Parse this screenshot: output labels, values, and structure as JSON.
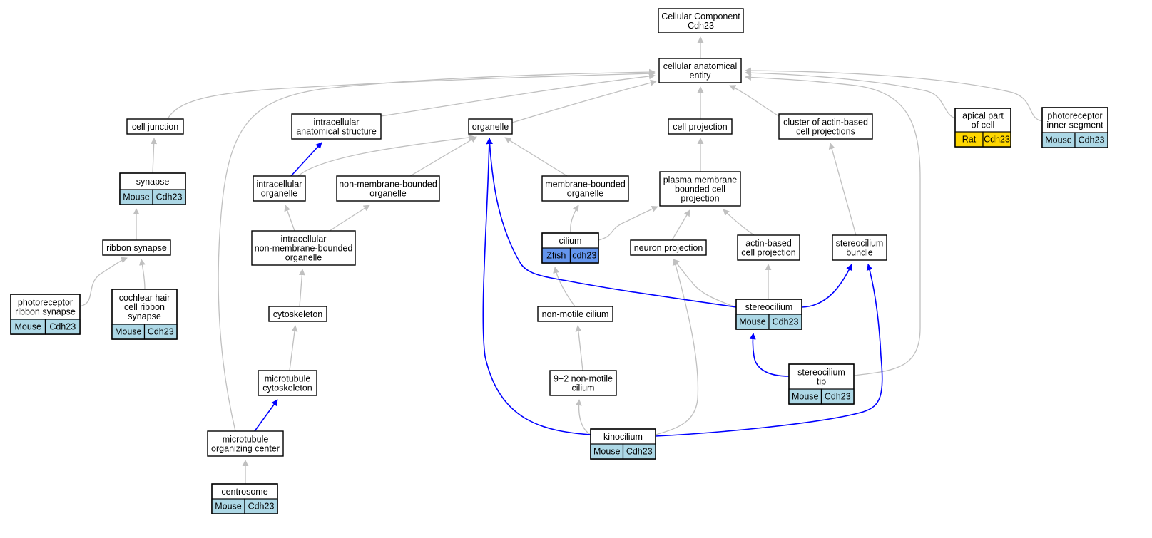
{
  "nodes": {
    "cellular_component": {
      "lines": [
        "Cellular Component",
        "Cdh23"
      ]
    },
    "cellular_anatomical_entity": {
      "lines": [
        "cellular anatomical",
        "entity"
      ]
    },
    "cell_junction": {
      "lines": [
        "cell junction"
      ]
    },
    "intracellular_anatomical_structure": {
      "lines": [
        "intracellular",
        "anatomical structure"
      ]
    },
    "organelle": {
      "lines": [
        "organelle"
      ]
    },
    "cell_projection": {
      "lines": [
        "cell projection"
      ]
    },
    "cluster_actin": {
      "lines": [
        "cluster of actin-based",
        "cell projections"
      ]
    },
    "apical_part": {
      "lines": [
        "apical part",
        "of cell"
      ],
      "annotation": [
        "Rat",
        "Cdh23"
      ]
    },
    "photoreceptor_inner_segment": {
      "lines": [
        "photoreceptor",
        "inner segment"
      ],
      "annotation": [
        "Mouse",
        "Cdh23"
      ]
    },
    "synapse": {
      "lines": [
        "synapse"
      ],
      "annotation": [
        "Mouse",
        "Cdh23"
      ]
    },
    "intracellular_organelle": {
      "lines": [
        "intracellular",
        "organelle"
      ]
    },
    "non_membrane_bounded_organelle": {
      "lines": [
        "non-membrane-bounded",
        "organelle"
      ]
    },
    "membrane_bounded_organelle": {
      "lines": [
        "membrane-bounded",
        "organelle"
      ]
    },
    "plasma_membrane_projection": {
      "lines": [
        "plasma membrane",
        "bounded cell",
        "projection"
      ]
    },
    "ribbon_synapse": {
      "lines": [
        "ribbon synapse"
      ]
    },
    "intracellular_nmbo": {
      "lines": [
        "intracellular",
        "non-membrane-bounded",
        "organelle"
      ]
    },
    "cilium": {
      "lines": [
        "cilium"
      ],
      "annotation": [
        "Zfish",
        "cdh23"
      ]
    },
    "neuron_projection": {
      "lines": [
        "neuron projection"
      ]
    },
    "actin_based_projection": {
      "lines": [
        "actin-based",
        "cell projection"
      ]
    },
    "stereocilium_bundle": {
      "lines": [
        "stereocilium",
        "bundle"
      ]
    },
    "photoreceptor_ribbon_synapse": {
      "lines": [
        "photoreceptor",
        "ribbon synapse"
      ],
      "annotation": [
        "Mouse",
        "Cdh23"
      ]
    },
    "cochlear_hair_cell_ribbon_synapse": {
      "lines": [
        "cochlear hair",
        "cell ribbon",
        "synapse"
      ],
      "annotation": [
        "Mouse",
        "Cdh23"
      ]
    },
    "cytoskeleton": {
      "lines": [
        "cytoskeleton"
      ]
    },
    "non_motile_cilium": {
      "lines": [
        "non-motile cilium"
      ]
    },
    "stereocilium": {
      "lines": [
        "stereocilium"
      ],
      "annotation": [
        "Mouse",
        "Cdh23"
      ]
    },
    "microtubule_cytoskeleton": {
      "lines": [
        "microtubule",
        "cytoskeleton"
      ]
    },
    "nine_two_non_motile_cilium": {
      "lines": [
        "9+2 non-motile",
        "cilium"
      ]
    },
    "stereocilium_tip": {
      "lines": [
        "stereocilium",
        "tip"
      ],
      "annotation": [
        "Mouse",
        "Cdh23"
      ]
    },
    "microtubule_organizing_center": {
      "lines": [
        "microtubule",
        "organizing center"
      ]
    },
    "kinocilium": {
      "lines": [
        "kinocilium"
      ],
      "annotation": [
        "Mouse",
        "Cdh23"
      ]
    },
    "centrosome": {
      "lines": [
        "centrosome"
      ],
      "annotation": [
        "Mouse",
        "Cdh23"
      ]
    }
  },
  "edge_types": {
    "is_a": {
      "color": "#c0c0c0"
    },
    "part_of": {
      "color": "#0000ff"
    }
  },
  "annotation_colors": {
    "Mouse": "#add8e6",
    "Rat": "#ffd700",
    "Zfish": "#6495ed"
  },
  "edges": [
    {
      "from": "cellular_anatomical_entity",
      "to": "cellular_component",
      "type": "is_a"
    },
    {
      "from": "cell_junction",
      "to": "cellular_anatomical_entity",
      "type": "is_a"
    },
    {
      "from": "intracellular_anatomical_structure",
      "to": "cellular_anatomical_entity",
      "type": "is_a"
    },
    {
      "from": "organelle",
      "to": "cellular_anatomical_entity",
      "type": "is_a"
    },
    {
      "from": "cell_projection",
      "to": "cellular_anatomical_entity",
      "type": "is_a"
    },
    {
      "from": "cluster_actin",
      "to": "cellular_anatomical_entity",
      "type": "is_a"
    },
    {
      "from": "apical_part",
      "to": "cellular_anatomical_entity",
      "type": "is_a"
    },
    {
      "from": "photoreceptor_inner_segment",
      "to": "cellular_anatomical_entity",
      "type": "is_a"
    },
    {
      "from": "microtubule_organizing_center",
      "to": "cellular_anatomical_entity",
      "type": "is_a"
    },
    {
      "from": "stereocilium_tip",
      "to": "cellular_anatomical_entity",
      "type": "is_a"
    },
    {
      "from": "synapse",
      "to": "cell_junction",
      "type": "is_a"
    },
    {
      "from": "ribbon_synapse",
      "to": "synapse",
      "type": "is_a"
    },
    {
      "from": "photoreceptor_ribbon_synapse",
      "to": "ribbon_synapse",
      "type": "is_a"
    },
    {
      "from": "cochlear_hair_cell_ribbon_synapse",
      "to": "ribbon_synapse",
      "type": "is_a"
    },
    {
      "from": "intracellular_organelle",
      "to": "intracellular_anatomical_structure",
      "type": "part_of"
    },
    {
      "from": "intracellular_organelle",
      "to": "organelle",
      "type": "is_a"
    },
    {
      "from": "non_membrane_bounded_organelle",
      "to": "organelle",
      "type": "is_a"
    },
    {
      "from": "membrane_bounded_organelle",
      "to": "organelle",
      "type": "is_a"
    },
    {
      "from": "intracellular_nmbo",
      "to": "intracellular_organelle",
      "type": "is_a"
    },
    {
      "from": "intracellular_nmbo",
      "to": "non_membrane_bounded_organelle",
      "type": "is_a"
    },
    {
      "from": "cytoskeleton",
      "to": "intracellular_nmbo",
      "type": "is_a"
    },
    {
      "from": "microtubule_cytoskeleton",
      "to": "cytoskeleton",
      "type": "is_a"
    },
    {
      "from": "microtubule_organizing_center",
      "to": "microtubule_cytoskeleton",
      "type": "part_of"
    },
    {
      "from": "centrosome",
      "to": "microtubule_organizing_center",
      "type": "is_a"
    },
    {
      "from": "cilium",
      "to": "membrane_bounded_organelle",
      "type": "is_a"
    },
    {
      "from": "cilium",
      "to": "plasma_membrane_projection",
      "type": "is_a"
    },
    {
      "from": "plasma_membrane_projection",
      "to": "cell_projection",
      "type": "is_a"
    },
    {
      "from": "neuron_projection",
      "to": "plasma_membrane_projection",
      "type": "is_a"
    },
    {
      "from": "actin_based_projection",
      "to": "plasma_membrane_projection",
      "type": "is_a"
    },
    {
      "from": "stereocilium_bundle",
      "to": "cluster_actin",
      "type": "is_a"
    },
    {
      "from": "non_motile_cilium",
      "to": "cilium",
      "type": "is_a"
    },
    {
      "from": "nine_two_non_motile_cilium",
      "to": "non_motile_cilium",
      "type": "is_a"
    },
    {
      "from": "kinocilium",
      "to": "nine_two_non_motile_cilium",
      "type": "is_a"
    },
    {
      "from": "kinocilium",
      "to": "neuron_projection",
      "type": "is_a"
    },
    {
      "from": "kinocilium",
      "to": "organelle",
      "type": "part_of"
    },
    {
      "from": "kinocilium",
      "to": "stereocilium_bundle",
      "type": "part_of"
    },
    {
      "from": "stereocilium",
      "to": "neuron_projection",
      "type": "is_a"
    },
    {
      "from": "stereocilium",
      "to": "actin_based_projection",
      "type": "is_a"
    },
    {
      "from": "stereocilium",
      "to": "organelle",
      "type": "part_of"
    },
    {
      "from": "stereocilium",
      "to": "stereocilium_bundle",
      "type": "part_of"
    },
    {
      "from": "stereocilium_tip",
      "to": "stereocilium",
      "type": "part_of"
    }
  ]
}
